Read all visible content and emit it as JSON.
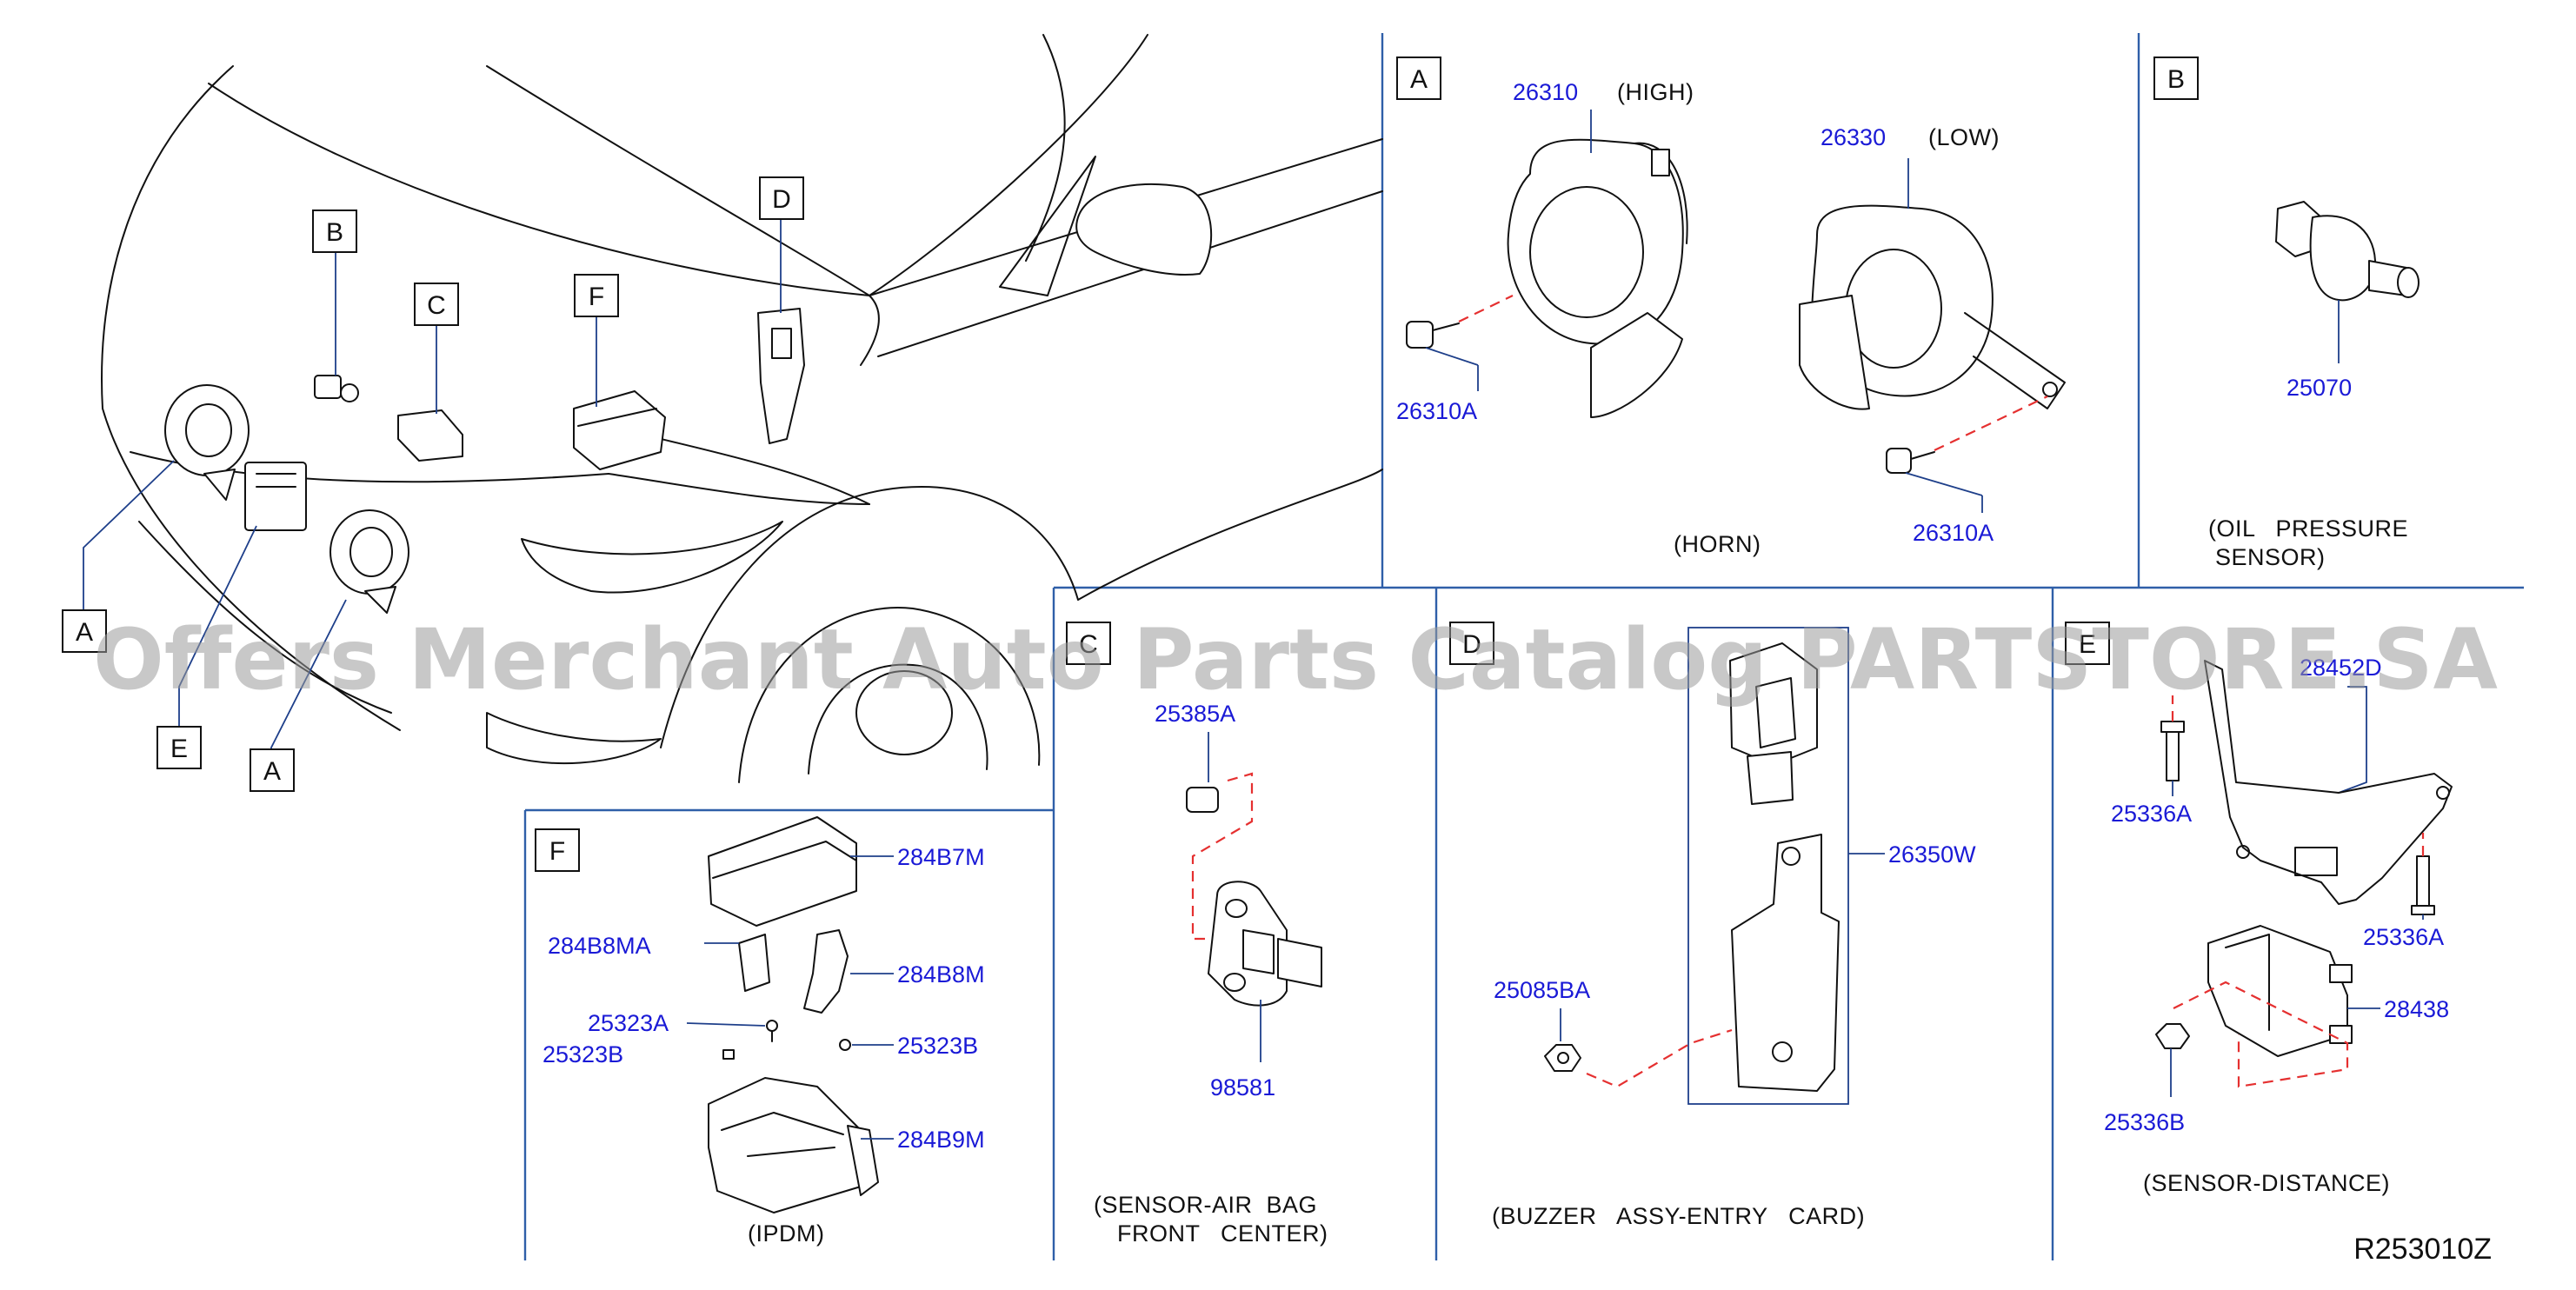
{
  "watermark": "Offers Merchant Auto Parts Catalog PARTSTORE.SA",
  "diagram_ref": "R253010Z",
  "overview_callouts": [
    "A",
    "B",
    "C",
    "D",
    "E",
    "F",
    "A"
  ],
  "sections": {
    "A": {
      "label": "A",
      "parts": [
        "26310",
        "26330",
        "26310A",
        "26310A"
      ],
      "notes": [
        "(HIGH)",
        "(LOW)",
        "(HORN)"
      ]
    },
    "B": {
      "label": "B",
      "parts": [
        "25070"
      ],
      "notes": [
        "(OIL   PRESSURE",
        "SENSOR)"
      ]
    },
    "C": {
      "label": "C",
      "parts": [
        "25385A",
        "98581"
      ],
      "notes": [
        "(SENSOR-AIR  BAG",
        "FRONT   CENTER)"
      ]
    },
    "D": {
      "label": "D",
      "parts": [
        "26350W",
        "25085BA"
      ],
      "notes": [
        "(BUZZER   ASSY-ENTRY   CARD)"
      ]
    },
    "E": {
      "label": "E",
      "parts": [
        "28452D",
        "25336A",
        "25336A",
        "28438",
        "25336B"
      ],
      "notes": [
        "(SENSOR-DISTANCE)"
      ]
    },
    "F": {
      "label": "F",
      "parts": [
        "284B7M",
        "284B8MA",
        "284B8M",
        "25323A",
        "25323B",
        "25323B",
        "284B9M"
      ],
      "notes": [
        "(IPDM)"
      ]
    }
  }
}
